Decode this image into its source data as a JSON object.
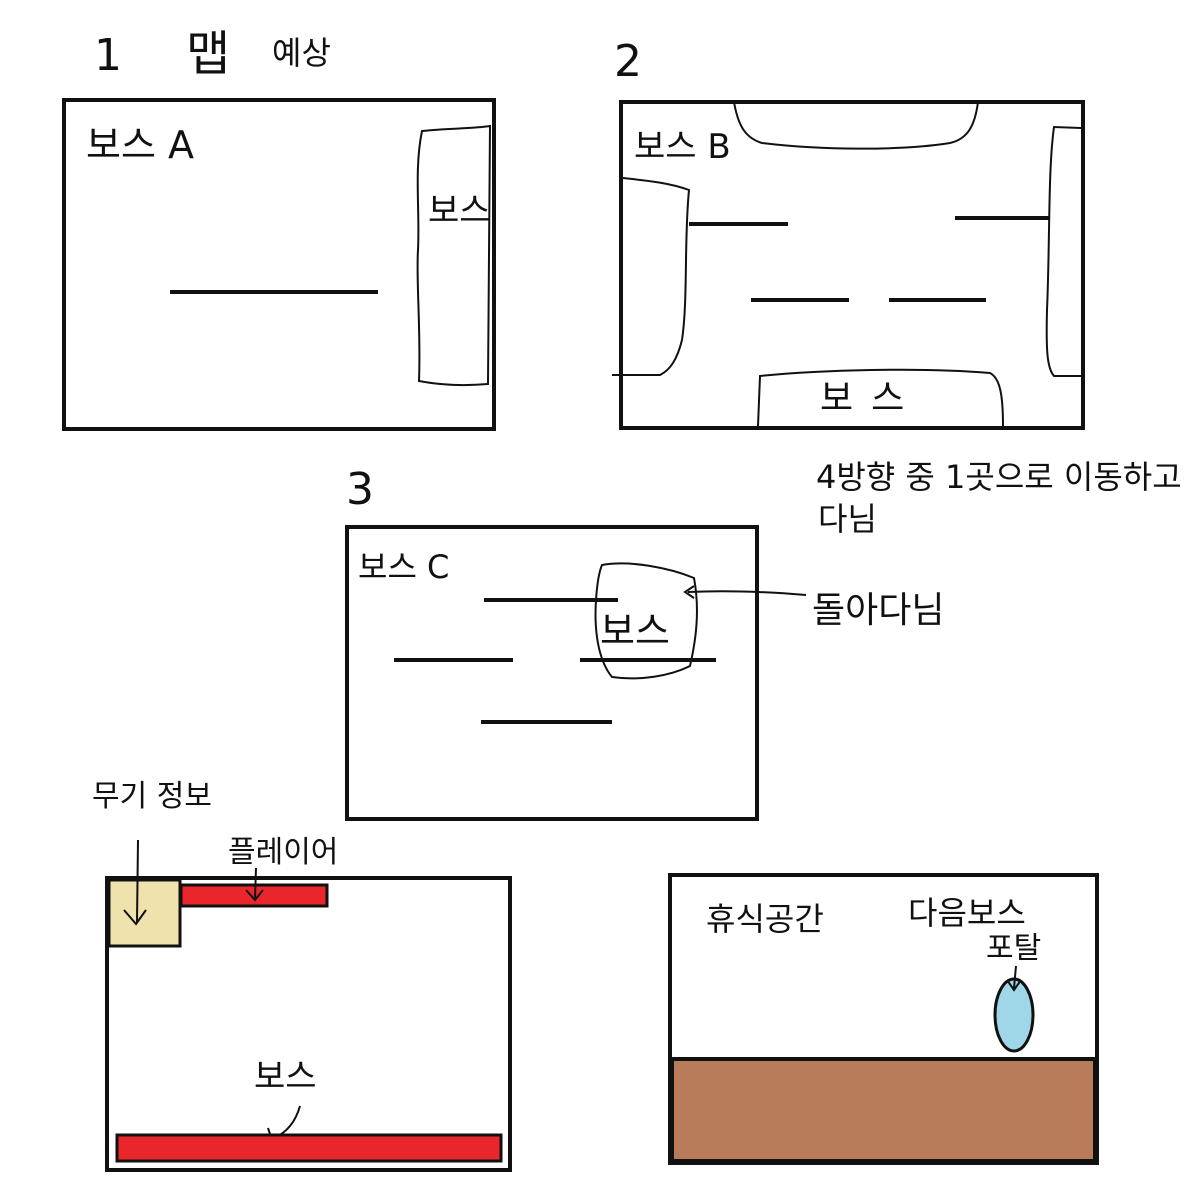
{
  "header": {
    "number": "1",
    "title": "맵",
    "subtitle": "예상"
  },
  "map1": {
    "number": "1",
    "label": "보스 A",
    "boss_label": "보스"
  },
  "map2": {
    "number": "2",
    "label": "보스 B",
    "boss_label": "보스",
    "note_line1": "4방향 중 1곳으로 이동하고",
    "note_line2": "다님"
  },
  "map3": {
    "number": "3",
    "label": "보스 C",
    "boss_label": "보스",
    "note": "돌아다님"
  },
  "hud": {
    "weapon_info": "무기 정보",
    "player": "플레이어",
    "boss": "보스"
  },
  "rest": {
    "title": "휴식공간",
    "next_boss": "다음보스",
    "portal": "포탈"
  },
  "colors": {
    "outline": "#111111",
    "health_bar": "#e8262b",
    "weapon_slot": "#efe2ad",
    "portal": "#9fd6e8",
    "ground": "#b87c5a"
  }
}
